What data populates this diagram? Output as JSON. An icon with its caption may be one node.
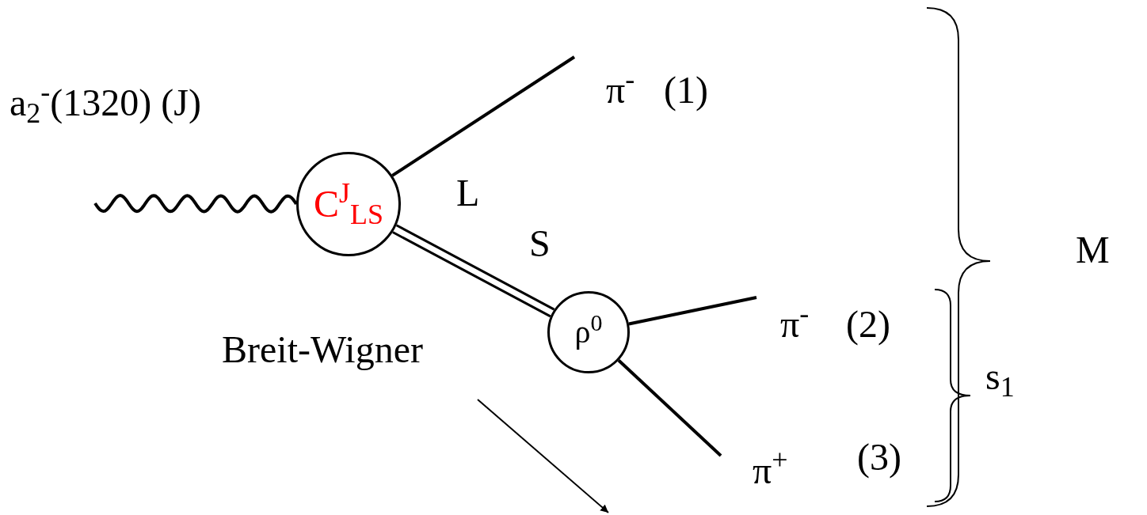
{
  "diagram": {
    "nodes": [
      {
        "text": [
          "C$^{J}$$_{LS}$"
        ]
      },
      {
        "text": [
          "ρ$^{0}$"
        ]
      },
      {
        "text": [
          "Breit-Wigner"
        ]
      }
    ],
    "edges": [
      {
        "from": null,
        "to": 0,
        "arrow": "none"
      },
      {
        "from": 0,
        "to": null,
        "arrow": "none"
      },
      {
        "from": 0,
        "to": 1,
        "arrow": "none"
      },
      {
        "from": 1,
        "to": null,
        "arrow": "none"
      },
      {
        "from": 1,
        "to": null,
        "arrow": "none"
      },
      {
        "from": 2,
        "to": null,
        "arrow": "to"
      }
    ],
    "labels": [
      "a$_{2}$$^{-}$(1320) (J)",
      "π$^{-}$",
      "(1)",
      "L",
      "S",
      "M",
      "π$^{-}$",
      "(2)",
      "s$_{1}$",
      "π$^{+}$",
      "(3)"
    ]
  }
}
